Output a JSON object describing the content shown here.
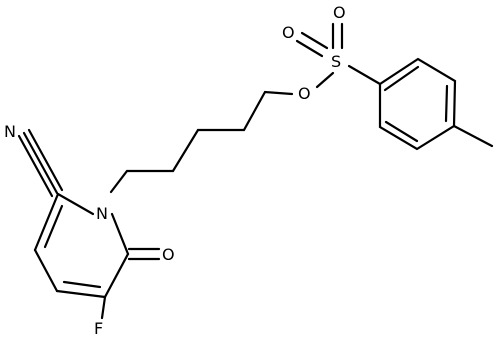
{
  "molecule": {
    "atoms": {
      "nitrogen_nitrile": "N",
      "nitrogen_ring": "N",
      "oxygen_carbonyl": "O",
      "fluorine": "F",
      "oxygen_ester": "O",
      "sulfur": "S",
      "oxygen_sulfonyl_left": "O",
      "oxygen_sulfonyl_top": "O"
    },
    "colors": {
      "bond": "#000000",
      "label": "#000000",
      "background": "#ffffff"
    }
  }
}
